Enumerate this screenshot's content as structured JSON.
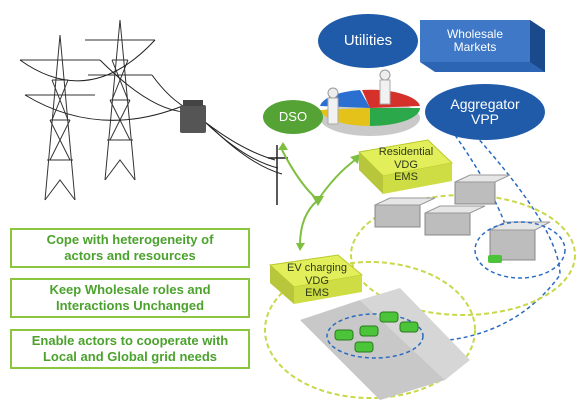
{
  "actors": {
    "utilities": "Utilities",
    "wholesale": "Wholesale\nMarkets",
    "aggregator": "Aggregator\nVPP",
    "dso": "DSO"
  },
  "vdgs": {
    "residential": "Residential VDG\nEMS",
    "ev": "EV charging VDG\nEMS"
  },
  "goals": [
    "Cope with heterogeneity of\nactors and resources",
    "Keep Wholesale roles and\nInteractions Unchanged",
    "Enable actors to cooperate with\nLocal and Global grid needs"
  ],
  "colors": {
    "actor_blue": "#1f5ba8",
    "dso_green": "#56a335",
    "goal_border": "#8cc63f",
    "goal_text": "#4ba22d",
    "ems_box": "#e2ee5a",
    "link_blue": "#2a6bc2",
    "link_green": "#7fbf3f"
  }
}
